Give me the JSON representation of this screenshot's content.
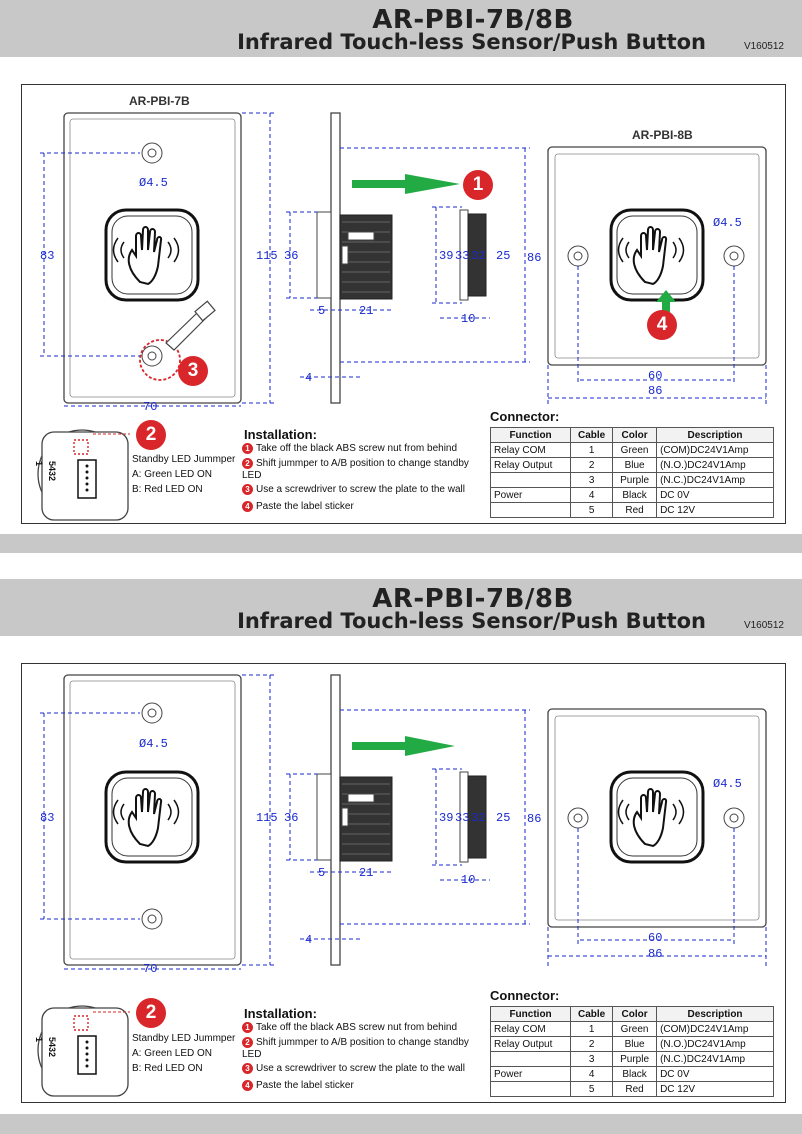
{
  "panels": [
    {
      "title_model": "AR-PBI-7B/8B",
      "title_sub": "Infrared Touch-less Sensor/Push Button",
      "version": "V160512",
      "label_7b": "AR-PBI-7B",
      "label_8b": "AR-PBI-8B",
      "dims": {
        "hole_7b": "Ø4.5",
        "hole_8b": "Ø4.5",
        "h83": "83",
        "h115": "115",
        "h36": "36",
        "h39": "39",
        "h33": "33",
        "h32": "32",
        "h25": "25",
        "h86": "86",
        "d5": "5",
        "d21": "21",
        "d10": "10",
        "d4": "4",
        "w70": "70",
        "w60": "60",
        "w86": "86"
      },
      "markers": {
        "m1": "1",
        "m2": "2",
        "m3": "3",
        "m4": "4"
      },
      "jumper": {
        "title": "Standby LED Jummper",
        "a": "A: Green LED ON",
        "b": "B: Red LED ON",
        "pins": "5432 1"
      },
      "installation": {
        "title": "Installation:",
        "steps": [
          {
            "n": "1",
            "text": "Take off the black ABS screw nut from behind"
          },
          {
            "n": "2",
            "text": "Shift jummper to A/B position to change standby LED"
          },
          {
            "n": "3",
            "text": "Use a screwdriver to screw the plate to the wall"
          },
          {
            "n": "4",
            "text": "Paste the label sticker"
          }
        ]
      },
      "connector": {
        "title": "Connector:",
        "headers": [
          "Function",
          "Cable",
          "Color",
          "Description"
        ],
        "rows": [
          [
            "Relay COM",
            "1",
            "Green",
            "(COM)DC24V1Amp"
          ],
          [
            "Relay Output",
            "2",
            "Blue",
            "(N.O.)DC24V1Amp"
          ],
          [
            "",
            "3",
            "Purple",
            "(N.C.)DC24V1Amp"
          ],
          [
            "Power",
            "4",
            "Black",
            "DC 0V"
          ],
          [
            "",
            "5",
            "Red",
            "DC 12V"
          ]
        ]
      }
    },
    {
      "title_model": "AR-PBI-7B/8B",
      "title_sub": "Infrared Touch-less Sensor/Push Button",
      "version": "V160512",
      "label_7b": "",
      "label_8b": "",
      "dims": {
        "hole_7b": "Ø4.5",
        "hole_8b": "Ø4.5",
        "h83": "83",
        "h115": "115",
        "h36": "36",
        "h39": "39",
        "h33": "33",
        "h32": "32",
        "h25": "25",
        "h86": "86",
        "d5": "5",
        "d21": "21",
        "d10": "10",
        "d4": "4",
        "w70": "70",
        "w60": "60",
        "w86": "86"
      },
      "markers": {
        "m1": "",
        "m2": "2",
        "m3": "",
        "m4": ""
      },
      "jumper": {
        "title": "Standby LED Jummper",
        "a": "A: Green LED ON",
        "b": "B: Red LED ON",
        "pins": "5432 1"
      },
      "installation": {
        "title": "Installation:",
        "steps": [
          {
            "n": "1",
            "text": "Take off the black ABS screw nut from behind"
          },
          {
            "n": "2",
            "text": "Shift jummper to A/B position to change standby LED"
          },
          {
            "n": "3",
            "text": "Use a screwdriver to screw the plate to the wall"
          },
          {
            "n": "4",
            "text": "Paste the label sticker"
          }
        ]
      },
      "connector": {
        "title": "Connector:",
        "headers": [
          "Function",
          "Cable",
          "Color",
          "Description"
        ],
        "rows": [
          [
            "Relay COM",
            "1",
            "Green",
            "(COM)DC24V1Amp"
          ],
          [
            "Relay Output",
            "2",
            "Blue",
            "(N.O.)DC24V1Amp"
          ],
          [
            "",
            "3",
            "Purple",
            "(N.C.)DC24V1Amp"
          ],
          [
            "Power",
            "4",
            "Black",
            "DC 0V"
          ],
          [
            "",
            "5",
            "Red",
            "DC 12V"
          ]
        ]
      }
    }
  ],
  "colors": {
    "accent_red": "#d8262a",
    "dimension_blue": "#1a2ad0",
    "arrow_green": "#22aa44",
    "band_gray": "#c8c8c8"
  }
}
